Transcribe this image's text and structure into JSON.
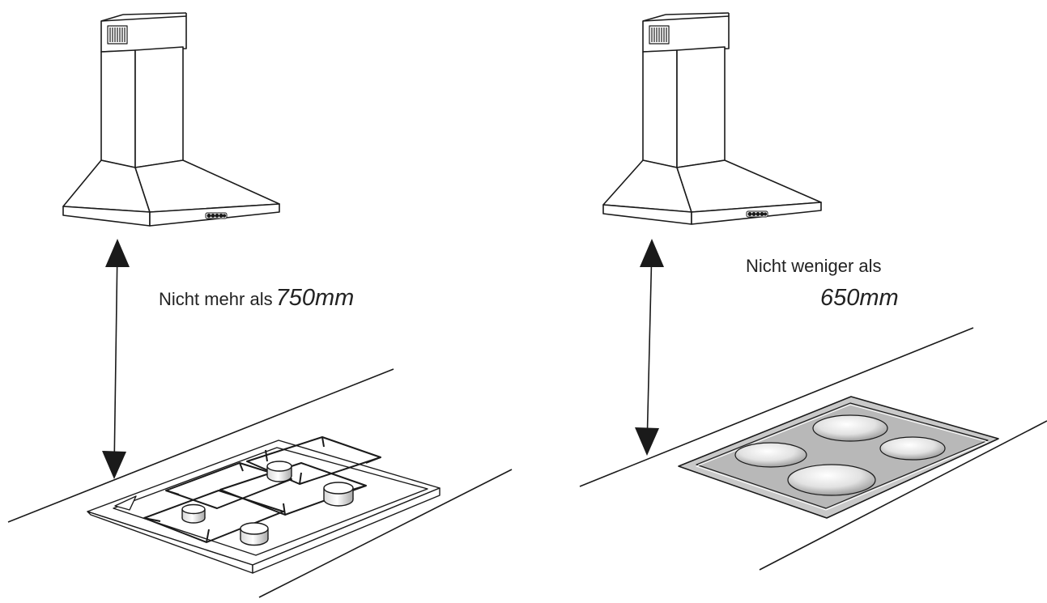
{
  "diagram": {
    "left": {
      "label_prefix": "Nicht mehr als",
      "label_value": "750mm",
      "cooktop": "gas-hob"
    },
    "right": {
      "label_prefix": "Nicht weniger als",
      "label_value": "650mm",
      "cooktop": "ceramic-hob"
    },
    "colors": {
      "line": "#1a1a1a",
      "label": "#222222",
      "hob_gray": "#c9c9c9",
      "burner_gray": "#9a9a9a"
    }
  }
}
